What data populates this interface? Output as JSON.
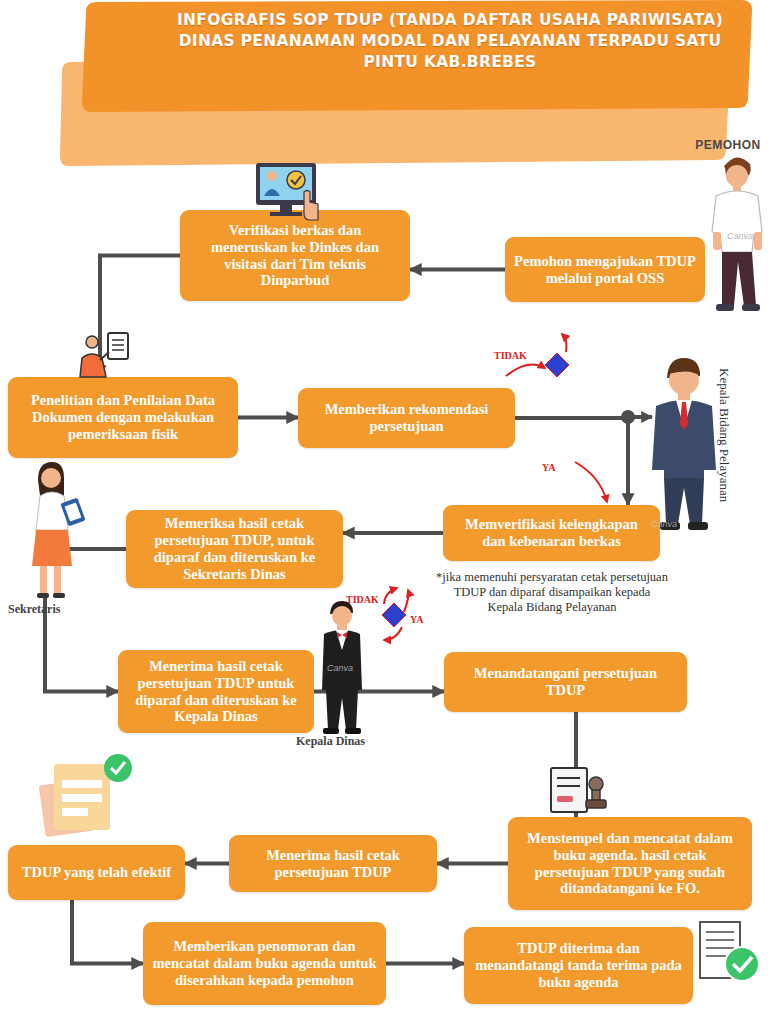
{
  "diagram": {
    "title": "INFOGRAFIS SOP TDUP (TANDA DAFTAR USAHA PARIWISATA) DINAS PENANAMAN MODAL DAN PELAYANAN TERPADU SATU PINTU KAB.BREBES",
    "nodes": [
      {
        "text": [
          "Pemohon mengajukan TDUP melalui portal OSS"
        ]
      },
      {
        "text": [
          "Verifikasi berkas dan meneruskan ke Dinkes dan visitasi dari Tim teknis Dinparbud"
        ]
      },
      {
        "text": [
          "Penelitian dan Penilaian Data Dokumen dengan melakukan pemeriksaan fisik"
        ]
      },
      {
        "text": [
          "Memberikan rekomendasi persetujuan"
        ]
      },
      {
        "text": [
          "Memverifikasi kelengkapan dan kebenaran berkas"
        ]
      },
      {
        "text": [
          "Memeriksa hasil cetak persetujuan TDUP, untuk diparaf dan diteruskan ke Sekretaris Dinas"
        ]
      },
      {
        "text": [
          "Menerima hasil cetak persetujuan TDUP untuk diparaf dan diteruskan ke Kepala Dinas"
        ]
      },
      {
        "text": [
          "Menandatangani persetujuan TDUP"
        ]
      },
      {
        "text": [
          "Menstempel dan mencatat dalam buku agenda. hasil cetak persetujuan TDUP yang sudah ditandatangani ke FO."
        ]
      },
      {
        "text": [
          "Menerima hasil cetak persetujuan TDUP"
        ]
      },
      {
        "text": [
          "TDUP yang telah efektif"
        ]
      },
      {
        "text": [
          "Memberikan penomoran dan mencatat dalam buku agenda untuk diserahkan kepada pemohon"
        ]
      },
      {
        "text": [
          "TDUP diterima dan menandatangi tanda terima pada buku agenda"
        ]
      }
    ],
    "edges": [
      {
        "from": 0,
        "to": 1,
        "arrow": "to"
      },
      {
        "from": 1,
        "to": 2,
        "arrow": "to"
      },
      {
        "from": 2,
        "to": 3,
        "arrow": "to"
      },
      {
        "from": 3,
        "to": 4,
        "arrow": "to"
      },
      {
        "from": 4,
        "to": 5,
        "arrow": "to"
      },
      {
        "from": 5,
        "to": 6,
        "arrow": "to"
      },
      {
        "from": 6,
        "to": 7,
        "arrow": "to"
      },
      {
        "from": 7,
        "to": 8,
        "arrow": "to"
      },
      {
        "from": 8,
        "to": 9,
        "arrow": "to"
      },
      {
        "from": 9,
        "to": 10,
        "arrow": "to"
      },
      {
        "from": 10,
        "to": 11,
        "arrow": "to"
      },
      {
        "from": 11,
        "to": 12,
        "arrow": "to"
      }
    ],
    "labels": [
      "PEMOHON",
      "TIDAK",
      "YA",
      "Kepala Bidang Pelayanan",
      "*jika memenuhi persyaratan cetak persetujuan TDUP dan diparaf disampaikan kepada Kepala Bidang Pelayanan",
      "Sekretaris",
      "TIDAK",
      "YA",
      "Kepala Dinas",
      "Canva",
      "Canva",
      "Canva"
    ]
  }
}
